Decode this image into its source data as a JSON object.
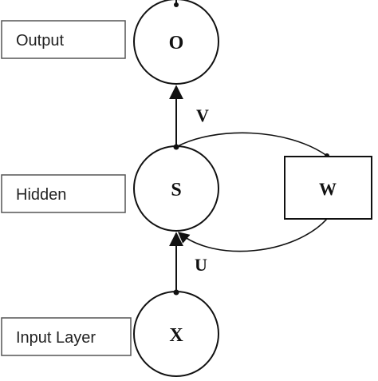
{
  "layers": {
    "output": {
      "label": "Output",
      "symbol": "O"
    },
    "hidden": {
      "label": "Hidden",
      "symbol": "S"
    },
    "input": {
      "label": "Input Layer",
      "symbol": "X"
    }
  },
  "weights": {
    "hidden_to_output": "V",
    "input_to_hidden": "U",
    "recurrent": "W"
  },
  "colors": {
    "stroke": "#111111",
    "label_box_stroke": "#555555",
    "background": "#ffffff"
  }
}
